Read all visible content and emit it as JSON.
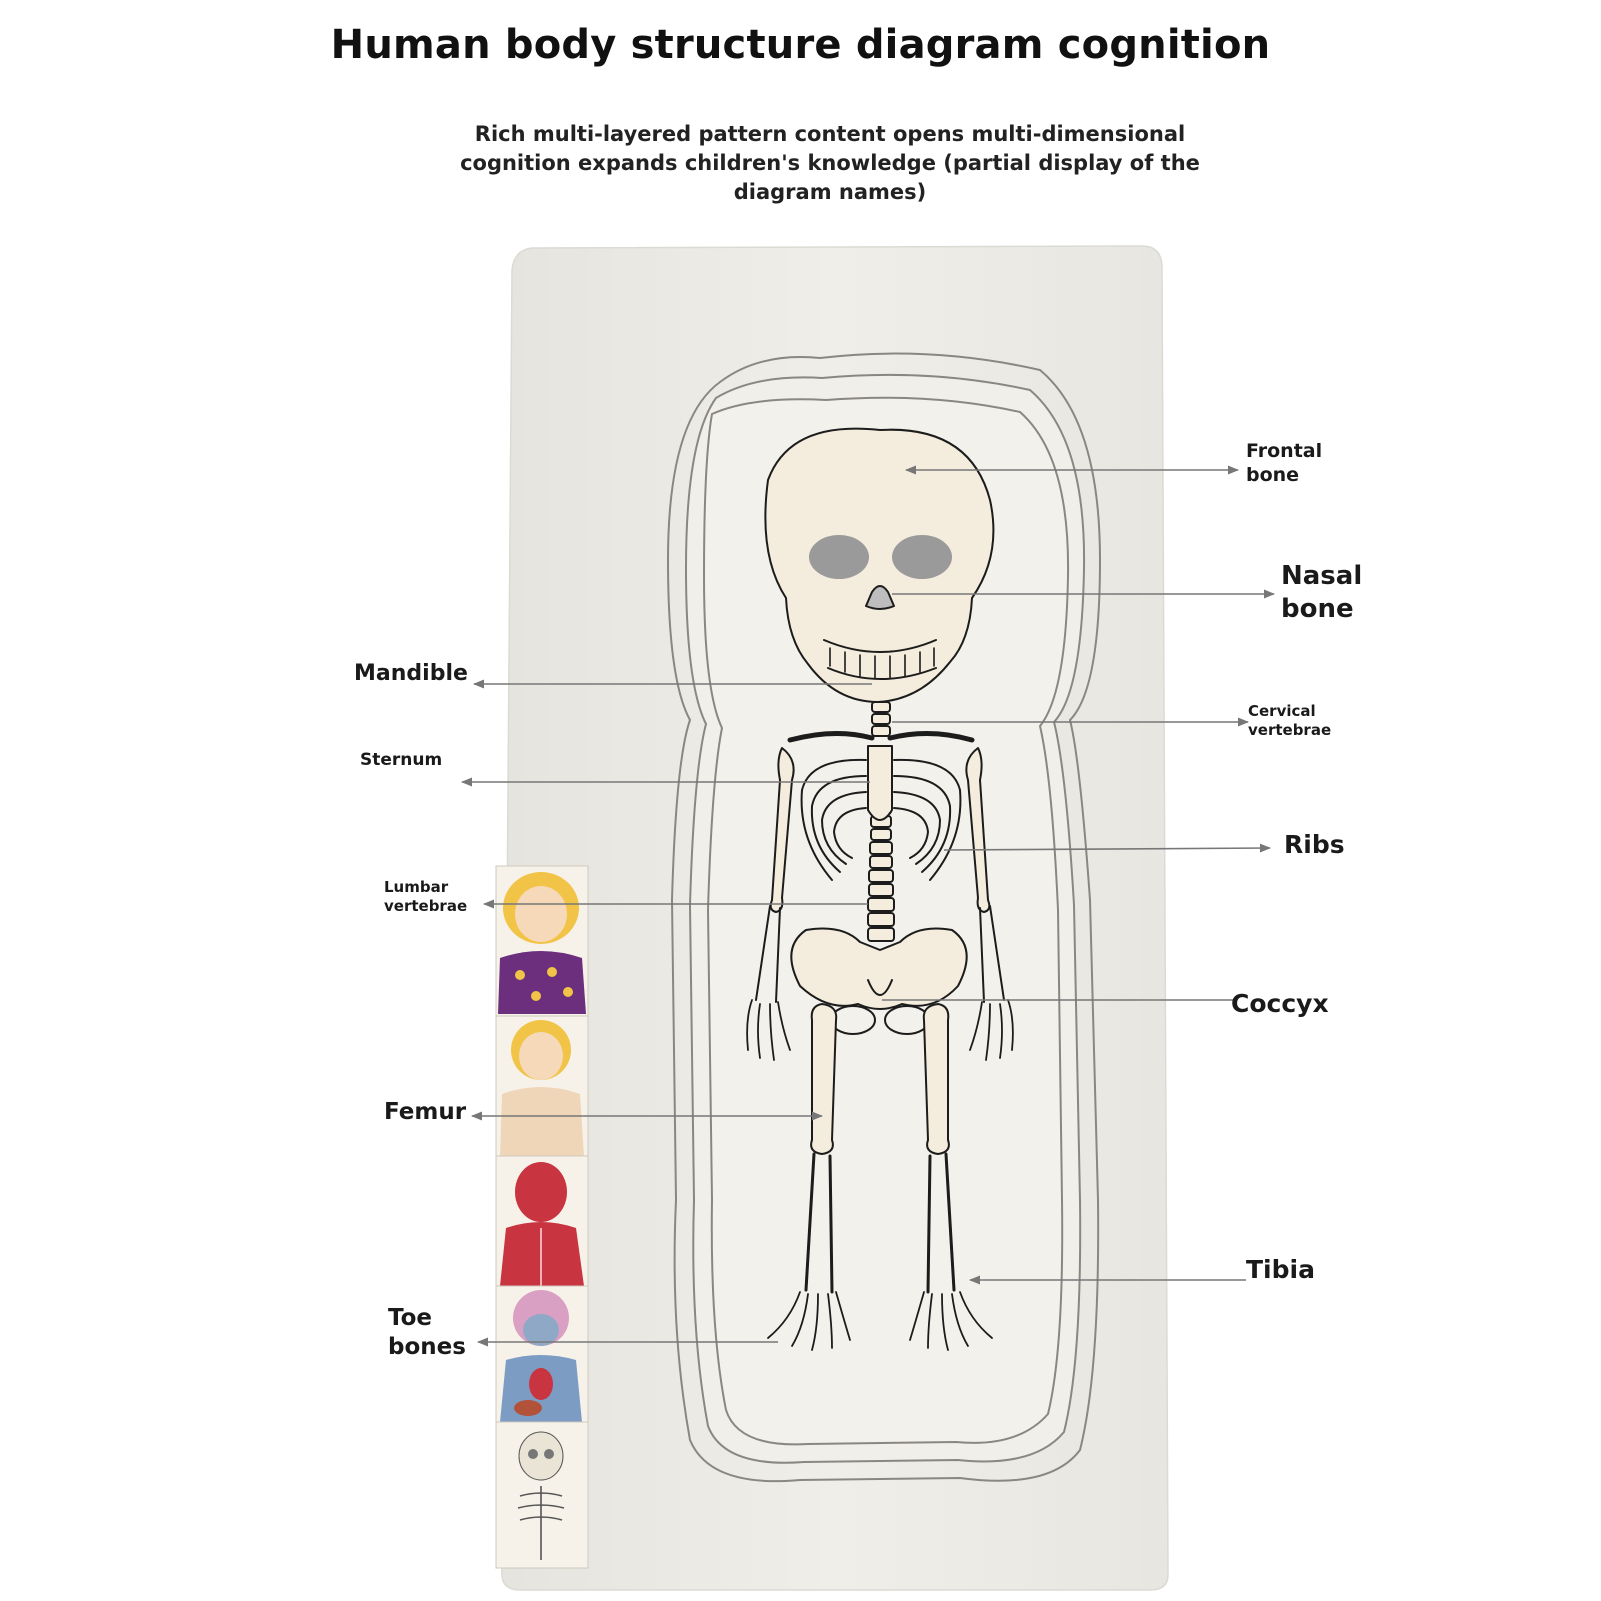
{
  "title": "Human body structure diagram cognition",
  "subtitle": "Rich multi-layered pattern content opens multi-dimensional cognition expands children's knowledge (partial display of the diagram names)",
  "labels": {
    "frontal_bone": "Frontal\nbone",
    "nasal_bone": "Nasal\nbone",
    "mandible": "Mandible",
    "cervical_vertebrae": "Cervical\nvertebrae",
    "sternum": "Sternum",
    "ribs": "Ribs",
    "lumbar_vertebrae": "Lumbar\nvertebrae",
    "coccyx": "Coccyx",
    "femur": "Femur",
    "tibia": "Tibia",
    "toe_bones": "Toe\nbones"
  },
  "colors": {
    "board": "#ecebe6",
    "inner_tray": "#f3f1ec",
    "bone_fill": "#f4ecdc",
    "line": "#1c1c1c",
    "pointer": "#777777",
    "dress": "#6b2f7e",
    "hair": "#f1c447",
    "muscle": "#c8343f",
    "organs": "#3b6fb0"
  }
}
